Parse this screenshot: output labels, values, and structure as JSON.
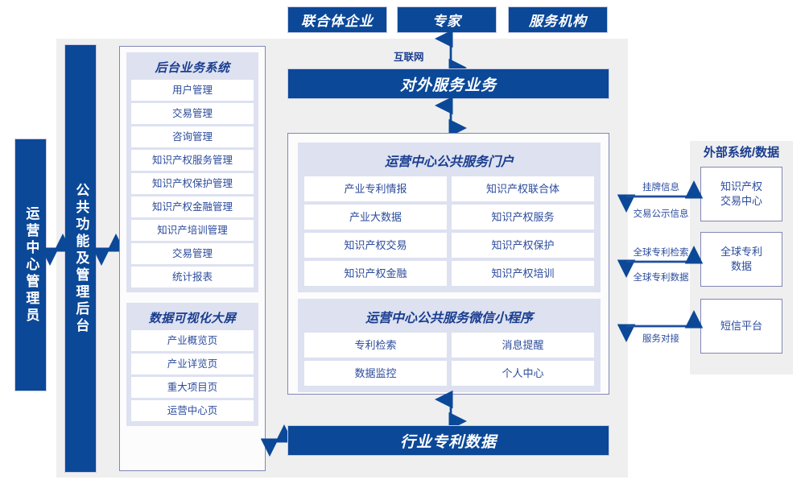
{
  "top_roles": [
    {
      "label": "联合体企业"
    },
    {
      "label": "专家"
    },
    {
      "label": "服务机构"
    }
  ],
  "internet_label": "互联网",
  "external_service_bar": "对外服务业务",
  "industry_data_bar": "行业专利数据",
  "left_bars": {
    "admin": "运营中心管理员",
    "common": "公共功能及管理后台"
  },
  "backend_group": {
    "title": "后台业务系统",
    "items": [
      "用户管理",
      "交易管理",
      "咨询管理",
      "知识产权服务管理",
      "知识产权保护管理",
      "知识产权金融管理",
      "知识产培训管理",
      "交易管理",
      "统计报表"
    ]
  },
  "dataviz_group": {
    "title": "数据可视化大屏",
    "items": [
      "产业概览页",
      "产业详览页",
      "重大项目页",
      "运营中心页"
    ]
  },
  "portal_group": {
    "title": "运营中心公共服务门户",
    "items": [
      "产业专利情报",
      "知识产权联合体",
      "产业大数据",
      "知识产权服务",
      "知识产权交易",
      "知识产权保护",
      "知识产权金融",
      "知识产权培训"
    ]
  },
  "miniprogram_group": {
    "title": "运营中心公共服务微信小程序",
    "items": [
      "专利检索",
      "消息提醒",
      "数据监控",
      "个人中心"
    ]
  },
  "external_panel": {
    "title": "外部系统/数据",
    "boxes": [
      {
        "label": "知识产权\n交易中心"
      },
      {
        "label": "全球专利\n数据"
      },
      {
        "label": "短信平台"
      }
    ],
    "arrow_labels": {
      "row0_above": "挂牌信息",
      "row0_below": "交易公示信息",
      "row1_above": "全球专利检索",
      "row1_below": "全球专利数据",
      "row2_below": "服务对接"
    }
  },
  "colors": {
    "brand_blue": "#0b4898",
    "panel_gray": "#efefef",
    "group_lavender": "#dde1f0",
    "border_purple": "#8186b4",
    "text_blue": "#2b4b9b",
    "title_blue": "#1a3d8f"
  }
}
